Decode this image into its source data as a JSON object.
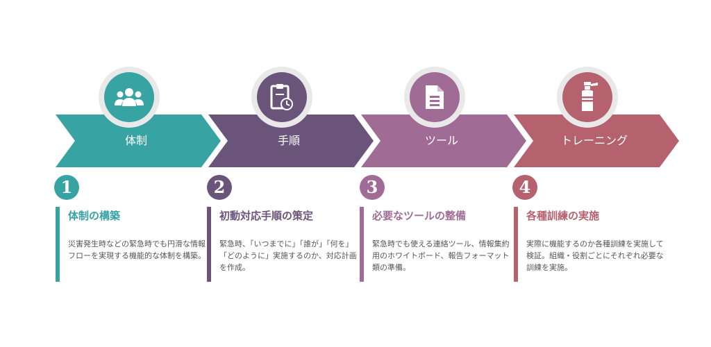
{
  "colors": {
    "step1": "#37a3a3",
    "step2": "#6b5479",
    "step3": "#a06b95",
    "step4": "#b5616e",
    "circle_bg": "#e9e9e9",
    "desc_text": "#555555"
  },
  "steps": [
    {
      "icon": "people-icon",
      "label": "体制",
      "number": "1",
      "title": "体制の構築",
      "description": "災害発生時などの緊急時でも円滑な情報フローを実現する機能的な体制を構築。"
    },
    {
      "icon": "clipboard-clock-icon",
      "label": "手順",
      "number": "2",
      "title": "初動対応手順の策定",
      "description": "緊急時、「いつまでに」「誰が」「何を」「どのように」実施するのか、対応計画を作成。"
    },
    {
      "icon": "document-icon",
      "label": "ツール",
      "number": "3",
      "title": "必要なツールの整備",
      "description": "緊急時でも使える連絡ツール、情報集約用のホワイトボード、報告フォーマット類の準備。"
    },
    {
      "icon": "fire-extinguisher-icon",
      "label": "トレーニング",
      "number": "4",
      "title": "各種訓練の実施",
      "description": "実際に機能するのか各種訓練を実施して検証。組織・役割ごとにそれぞれ必要な訓練を実施。"
    }
  ]
}
